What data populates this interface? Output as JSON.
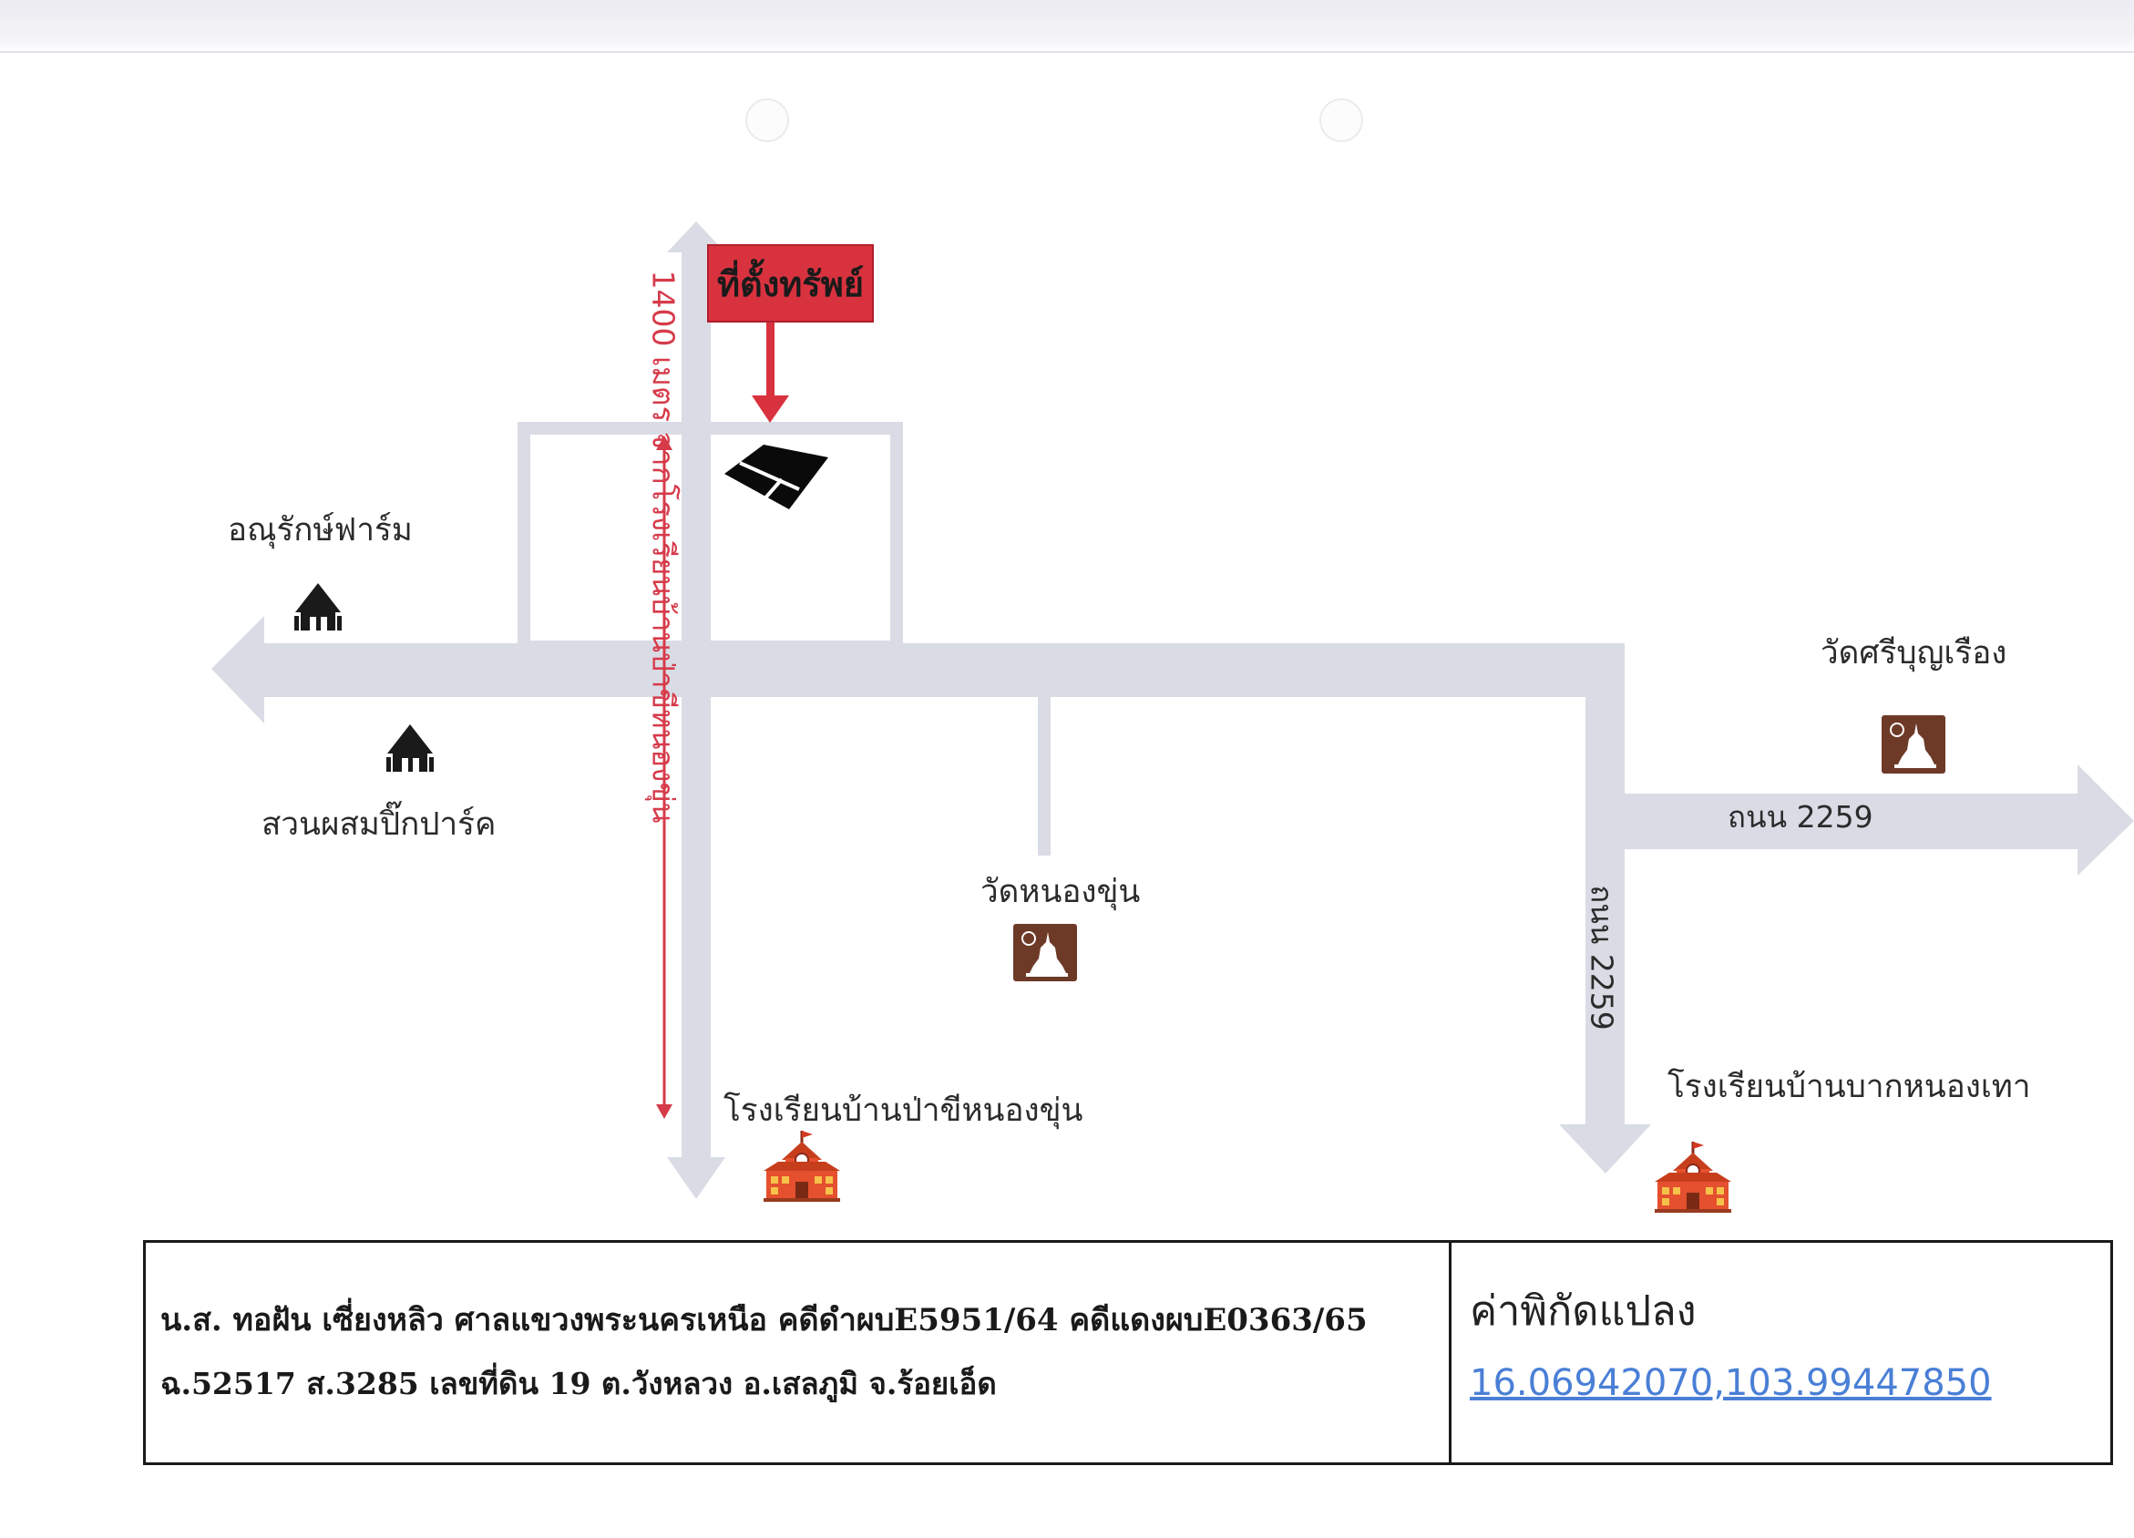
{
  "map": {
    "asset_label": "ที่ตั้งทรัพย์",
    "distance_note": "1400 เมตร จากโรงเรียนบ้านป่าขีหนองขุ่น",
    "road_label_horizontal": "ถนน 2259",
    "road_label_vertical": "ถนน 2259",
    "landmarks": {
      "farm": "อณุรักษ์ฟาร์ม",
      "park": "สวนผสมปิ๊กปาร์ค",
      "temple_nong_khun": "วัดหนองขุ่น",
      "temple_si_bun_rueang": "วัดศรีบุญเรือง",
      "school_pa_khi": "โรงเรียนบ้านป่าขีหนองขุ่น",
      "school_bak": "โรงเรียนบ้านบากหนองเทา"
    },
    "icons": {
      "farm": "house-icon",
      "park": "house-icon",
      "temple": "temple-icon",
      "school": "school-icon",
      "parcel": "land-parcel-icon"
    },
    "colors": {
      "road": "#d9dce5",
      "asset": "#d9323f",
      "distance": "#d63b4a",
      "temple_icon_bg": "#6e3a28",
      "school": "#e5502e",
      "link": "#4a7fd6"
    }
  },
  "info": {
    "line1": "น.ส. ทอฝัน เซี่ยงหลิว  ศาลแขวงพระนครเหนือ คดีดำผบE5951/64 คดีแดงผบE0363/65",
    "line2": "ฉ.52517  ส.3285  เลขที่ดิน 19 ต.วังหลวง อ.เสลภูมิ  จ.ร้อยเอ็ด",
    "coord_title": "ค่าพิกัดแปลง",
    "coord_value": "16.06942070,103.99447850"
  }
}
